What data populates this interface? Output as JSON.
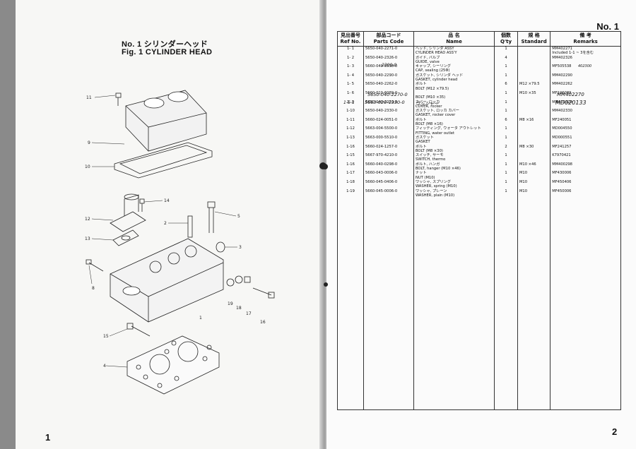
{
  "left_page": {
    "title_jp": "No. 1 シリンダーヘッド",
    "title_en": "Fig. 1 CYLINDER HEAD",
    "page_number": "1",
    "callouts": [
      "11",
      "9",
      "10",
      "14",
      "12",
      "2",
      "5",
      "13",
      "3",
      "8",
      "19",
      "18",
      "17",
      "16",
      "1",
      "15",
      "4"
    ]
  },
  "right_page": {
    "no_title": "No. 1",
    "page_number": "2",
    "headers": {
      "ref_jp": "見出番号",
      "ref_en": "Ref No.",
      "code_jp": "部品コード",
      "code_en": "Parts Code",
      "name_jp": "品 名",
      "name_en": "Name",
      "qty_jp": "個数",
      "qty_en": "Q'ty",
      "std_jp": "規 格",
      "std_en": "Standard",
      "rem_jp": "備 考",
      "rem_en": "Remarks"
    },
    "rows": [
      {
        "ref": "1- 1",
        "code": "5650-040-2271-0",
        "name_jp": "ヘッド, シリンダ ASSY",
        "name": "CYLINDER HEAD ASS'Y",
        "qty": "1",
        "std": "",
        "remarks": "MM402271",
        "remarks2": "Included 1-1 ~ 3を含む"
      },
      {
        "ref": "1- 2",
        "code": "5650-040-2326-0",
        "name_jp": "ガイド, バルブ",
        "name": "GUIDE, valve",
        "qty": "4",
        "std": "",
        "remarks": "MM402326",
        "remarks2": ""
      },
      {
        "ref": "1- 3",
        "code": "5660-040-5538-0",
        "name_jp": "キャップ, シーリング",
        "name": "CAP, sealing (25Φ)",
        "qty": "1",
        "std": "",
        "remarks": "MF505538",
        "remarks2": ""
      },
      {
        "ref": "1- 4",
        "code": "5650-040-2290-0",
        "name_jp": "ガスケット, シリンダ ヘッド",
        "name": "GASKET, cylinder head",
        "qty": "1",
        "std": "",
        "remarks": "MM402290",
        "remarks2": ""
      },
      {
        "ref": "1- 5",
        "code": "5650-040-2262-0",
        "name_jp": "ボルト",
        "name": "BOLT (M12 ×79.5)",
        "qty": "6",
        "std": "M12 ×79.5",
        "remarks": "MM402262",
        "remarks2": ""
      },
      {
        "ref": "1- 6",
        "code": "5660-010-6089-0",
        "name_jp": "",
        "name": "BOLT (M10 ×35)",
        "qty": "1",
        "std": "M10 ×35",
        "remarks": "MF106089",
        "remarks2": ""
      },
      {
        "ref": "1- 9",
        "code": "5650-040-2320-0",
        "name_jp": "カバー, ロッカ",
        "name": "COVER, rocker",
        "qty": "1",
        "std": "",
        "remarks": "MM402320",
        "remarks2": ""
      },
      {
        "ref": "1-10",
        "code": "5650-040-2330-0",
        "name_jp": "ガスケット, ロッカ カバー",
        "name": "GASKET, rocker cover",
        "qty": "1",
        "std": "",
        "remarks": "MM402330",
        "remarks2": ""
      },
      {
        "ref": "1-11",
        "code": "5660-024-0051-0",
        "name_jp": "ボルト",
        "name": "BOLT (M8 ×16)",
        "qty": "6",
        "std": "M8 ×16",
        "remarks": "MF240051",
        "remarks2": ""
      },
      {
        "ref": "1-12",
        "code": "5663-004-5500-0",
        "name_jp": "フィッティング, ウォータ アウトレット",
        "name": "FITTING, water outlet",
        "qty": "1",
        "std": "",
        "remarks": "MD004550",
        "remarks2": ""
      },
      {
        "ref": "1-13",
        "code": "5663-000-5510-0",
        "name_jp": "ガスケット",
        "name": "GASKET",
        "qty": "1",
        "std": "",
        "remarks": "MD000551",
        "remarks2": ""
      },
      {
        "ref": "1-16",
        "code": "5660-024-1257-0",
        "name_jp": "ボルト",
        "name": "BOLT (M8 ×30)",
        "qty": "2",
        "std": "M8 ×30",
        "remarks": "MF241257",
        "remarks2": ""
      },
      {
        "ref": "1-15",
        "code": "5667-970-4210-0",
        "name_jp": "スイッチ, サーモ",
        "name": "SWITCH, thermo",
        "qty": "1",
        "std": "",
        "remarks": "K7970421",
        "remarks2": ""
      },
      {
        "ref": "1-16",
        "code": "5660-040-0298-0",
        "name_jp": "ボルト, ハンガ",
        "name": "BOLT, hanger (M10 ×46)",
        "qty": "1",
        "std": "M10 ×46",
        "remarks": "MM400298",
        "remarks2": ""
      },
      {
        "ref": "1-17",
        "code": "5660-043-0006-0",
        "name_jp": "ナット",
        "name": "NUT (M10)",
        "qty": "1",
        "std": "M10",
        "remarks": "MF430006",
        "remarks2": ""
      },
      {
        "ref": "1-18",
        "code": "5660-045-0406-0",
        "name_jp": "ワッシャ, スプリング",
        "name": "WASHER, spring (M10)",
        "qty": "1",
        "std": "M10",
        "remarks": "MF450406",
        "remarks2": ""
      },
      {
        "ref": "1-19",
        "code": "5660-045-0006-0",
        "name_jp": "ワッシャ, プレーン",
        "name": "WASHER, plain (M10)",
        "qty": "1",
        "std": "M10",
        "remarks": "MF450006",
        "remarks2": ""
      }
    ],
    "handwritten": {
      "guide_code_fix": "2300-0",
      "guide_rem_fix": "402300",
      "bolt_code_fix": "5650-040-2270-0",
      "bolt_rem_fix": "MM402270",
      "ref_15_1": "1-5-1",
      "code_15_1": "5663-020-1330-0",
      "name_15_1": "ワッシャー",
      "rem_15_1": "MD020133",
      "bolt_rem_old": "MM402262"
    }
  }
}
